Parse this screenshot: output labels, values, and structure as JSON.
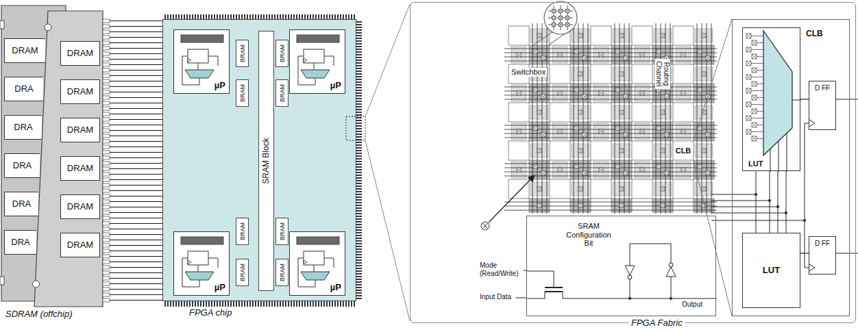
{
  "diagram": {
    "nodes": [
      {
        "text": [
          "DRAM"
        ]
      },
      {
        "text": [
          "DRA"
        ]
      },
      {
        "text": [
          "DRA"
        ]
      },
      {
        "text": [
          "DRA"
        ]
      },
      {
        "text": [
          "DRA"
        ]
      },
      {
        "text": [
          "DRA"
        ]
      },
      {
        "text": [
          "DRAM"
        ]
      },
      {
        "text": [
          "DRAM"
        ]
      },
      {
        "text": [
          "DRAM"
        ]
      },
      {
        "text": [
          "DRAM"
        ]
      },
      {
        "text": [
          "DRAM"
        ]
      },
      {
        "text": [
          "DRAM"
        ]
      },
      {
        "text": [
          "FPGA chip"
        ]
      },
      {
        "text": [
          "µP"
        ],
        "in": 12
      },
      {
        "text": [
          "BRAM"
        ],
        "in": 12
      },
      {
        "text": [
          "BRAM"
        ],
        "in": 12
      },
      {
        "text": [
          "SRAM Block"
        ],
        "in": 12
      },
      {
        "text": [
          "BRAM"
        ],
        "in": 12
      },
      {
        "text": [
          "BRAM"
        ],
        "in": 12
      },
      {
        "text": [
          "µP"
        ],
        "in": 12
      },
      {
        "text": [
          "µP"
        ],
        "in": 12
      },
      {
        "text": [
          "BRAM"
        ],
        "in": 12
      },
      {
        "text": [
          "BRAM"
        ],
        "in": 12
      },
      {
        "text": [
          "BRAM"
        ],
        "in": 12
      },
      {
        "text": [
          "BRAM"
        ],
        "in": 12
      },
      {
        "text": [
          "µP"
        ],
        "in": 12
      },
      {
        "text": [
          "FPGA Fabric"
        ]
      },
      {
        "text": [
          "CLB"
        ],
        "in": 26
      },
      {
        "text": [
          "LUT"
        ],
        "in": 27
      },
      {
        "text": [
          "D FF"
        ],
        "in": 27
      },
      {
        "text": [
          "LUT"
        ],
        "in": 27
      },
      {
        "text": [
          "D FF"
        ],
        "in": 27
      },
      {
        "text": [
          "SRAM Configuration Bit"
        ],
        "in": 26
      }
    ],
    "edges": [
      {
        "from": 28,
        "to": 29,
        "arrow": "none"
      },
      {
        "from": 30,
        "to": 31,
        "arrow": "none"
      }
    ],
    "labels": [
      "SDRAM (offchip)",
      "Switchbox",
      "Routing Channel",
      "CLB",
      "Mode (Read/Write)",
      "Input Data",
      "Output"
    ]
  }
}
